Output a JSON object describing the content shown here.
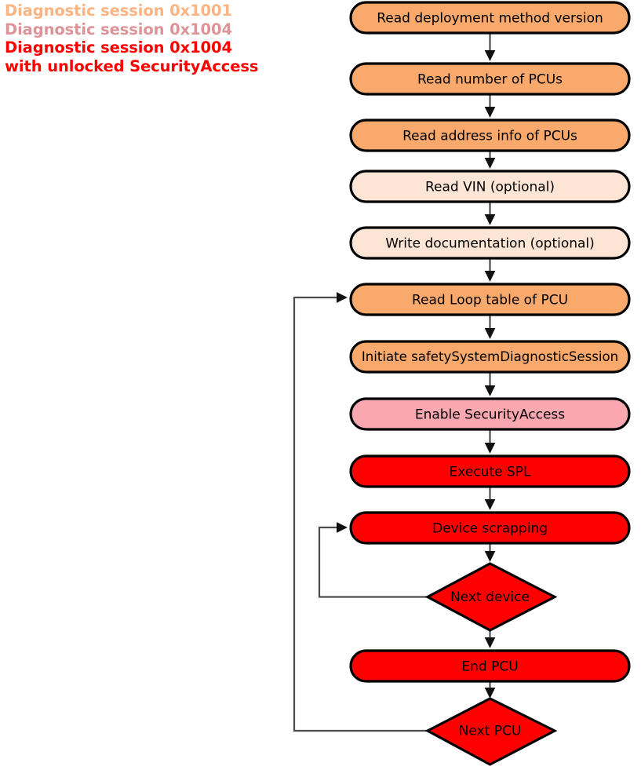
{
  "legend": {
    "items": [
      {
        "label": "Diagnostic session 0x1001",
        "color": "#fbb482"
      },
      {
        "label": "Diagnostic session 0x1004",
        "color": "#dd9499"
      },
      {
        "label": "Diagnostic session 0x1004",
        "color": "#ff0000"
      },
      {
        "label": "with unlocked SecurityAccess",
        "color": "#ff0000"
      }
    ]
  },
  "flowchart": {
    "type": "flowchart",
    "title": "",
    "palette": {
      "orange": "#f9a96c",
      "peach": "#fce5d4",
      "pink": "#f9a7b0",
      "red": "#ff0000",
      "outline": "#000000",
      "edge": "#4d4d4d"
    },
    "nodes": [
      {
        "id": "n1",
        "label": "Read deployment method version",
        "shape": "rounded-rect",
        "fill": "#f9a96c"
      },
      {
        "id": "n2",
        "label": "Read number of PCUs",
        "shape": "rounded-rect",
        "fill": "#f9a96c"
      },
      {
        "id": "n3",
        "label": "Read address info of PCUs",
        "shape": "rounded-rect",
        "fill": "#f9a96c"
      },
      {
        "id": "n4",
        "label": "Read VIN (optional)",
        "shape": "rounded-rect",
        "fill": "#fce5d4"
      },
      {
        "id": "n5",
        "label": "Write documentation (optional)",
        "shape": "rounded-rect",
        "fill": "#fce5d4"
      },
      {
        "id": "n6",
        "label": "Read Loop table of PCU",
        "shape": "rounded-rect",
        "fill": "#f9a96c"
      },
      {
        "id": "n7",
        "label": "Initiate safetySystemDiagnosticSession",
        "shape": "rounded-rect",
        "fill": "#f9a96c"
      },
      {
        "id": "n8",
        "label": "Enable SecurityAccess",
        "shape": "rounded-rect",
        "fill": "#f9a7b0"
      },
      {
        "id": "n9",
        "label": "Execute SPL",
        "shape": "rounded-rect",
        "fill": "#ff0000"
      },
      {
        "id": "n10",
        "label": "Device scrapping",
        "shape": "rounded-rect",
        "fill": "#ff0000"
      },
      {
        "id": "n11",
        "label": "Next device",
        "shape": "diamond",
        "fill": "#ff0000"
      },
      {
        "id": "n12",
        "label": "End PCU",
        "shape": "rounded-rect",
        "fill": "#ff0000"
      },
      {
        "id": "n13",
        "label": "Next PCU",
        "shape": "diamond",
        "fill": "#ff0000"
      }
    ],
    "edges": [
      {
        "from": "n1",
        "to": "n2",
        "kind": "straight"
      },
      {
        "from": "n2",
        "to": "n3",
        "kind": "straight"
      },
      {
        "from": "n3",
        "to": "n4",
        "kind": "straight"
      },
      {
        "from": "n4",
        "to": "n5",
        "kind": "straight"
      },
      {
        "from": "n5",
        "to": "n6",
        "kind": "straight"
      },
      {
        "from": "n6",
        "to": "n7",
        "kind": "straight"
      },
      {
        "from": "n7",
        "to": "n8",
        "kind": "straight"
      },
      {
        "from": "n8",
        "to": "n9",
        "kind": "straight"
      },
      {
        "from": "n9",
        "to": "n10",
        "kind": "straight"
      },
      {
        "from": "n10",
        "to": "n11",
        "kind": "straight"
      },
      {
        "from": "n11",
        "to": "n10",
        "kind": "loop-back-left"
      },
      {
        "from": "n11",
        "to": "n12",
        "kind": "straight"
      },
      {
        "from": "n12",
        "to": "n13",
        "kind": "straight"
      },
      {
        "from": "n13",
        "to": "n6",
        "kind": "loop-back-left"
      }
    ]
  }
}
